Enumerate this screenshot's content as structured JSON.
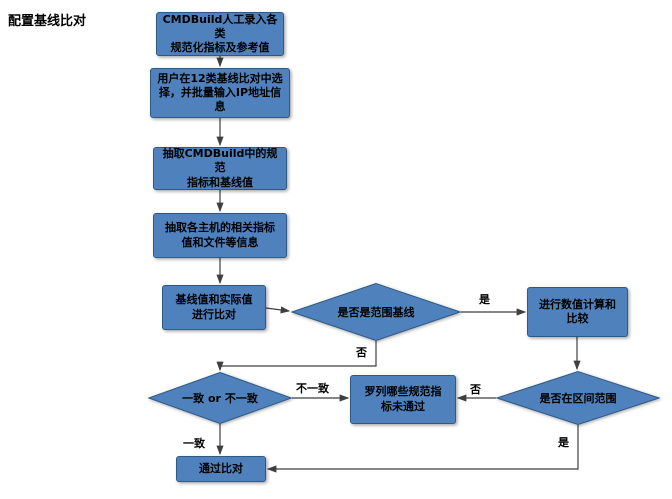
{
  "title": "配置基线比对",
  "nodes": {
    "step1": {
      "label": "CMDBuild人工录入各类\n规范化指标及参考值"
    },
    "step2": {
      "label": "用户在12类基线比对中选\n择，并批量输入IP地址信息"
    },
    "step3": {
      "label": "抽取CMDBuild中的规范\n指标和基线值"
    },
    "step4": {
      "label": "抽取各主机的相关指标\n值和文件等信息"
    },
    "step5": {
      "label": "基线值和实际值\n进行比对"
    },
    "decision_range": {
      "label": "是否是范围基线"
    },
    "step_calc": {
      "label": "进行数值计算和\n比较"
    },
    "decision_match": {
      "label": "一致 or 不一致"
    },
    "step_list_fail": {
      "label": "罗列哪些规范指\n标未通过"
    },
    "decision_interval": {
      "label": "是否在区间范围"
    },
    "step_pass": {
      "label": "通过比对"
    }
  },
  "edge_labels": {
    "yes_range": "是",
    "no_range": "否",
    "mismatch": "不一致",
    "no_interval": "否",
    "match": "一致",
    "yes_interval": "是"
  },
  "colors": {
    "shape_fill": "#4f81bd",
    "shape_border": "#2e5984",
    "shape_text": "#000000",
    "connector": "#3f3f3f",
    "background": "#ffffff"
  }
}
